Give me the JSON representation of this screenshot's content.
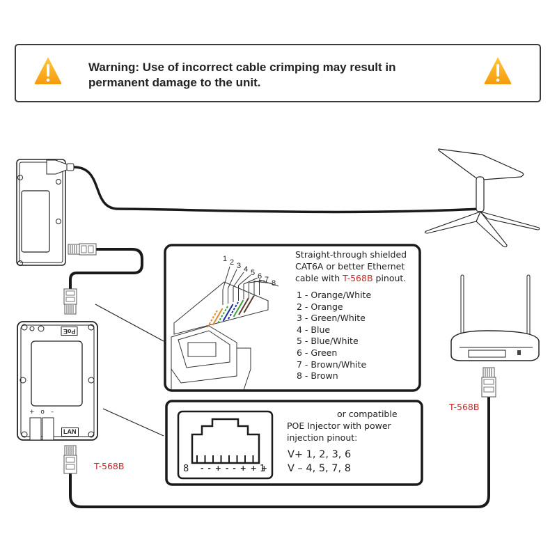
{
  "warning": {
    "icon": "warning-triangle-icon",
    "line1": "Warning: Use of incorrect cable crimping may result in",
    "line2": "permanent damage to the unit."
  },
  "cable_panel": {
    "desc_line1": "Straight-through shielded",
    "desc_line2": "CAT6A or better Ethernet",
    "desc_line3_prefix": "cable with ",
    "desc_line3_standard": "T-568B",
    "desc_line3_suffix": " pinout.",
    "pin_numbers": [
      "1",
      "2",
      "3",
      "4",
      "5",
      "6",
      "7",
      "8"
    ],
    "pins": [
      "1 - Orange/White",
      "2 - Orange",
      "3 - Green/White",
      "4 - Blue",
      "5 - Blue/White",
      "6 - Green",
      "7 - Brown/White",
      "8 - Brown"
    ],
    "wire_colors": [
      "#e8892a",
      "#e8892a",
      "#3aa33a",
      "#1d2a9a",
      "#1d2a9a",
      "#3aa33a",
      "#5a3a2a",
      "#5a3a2a"
    ]
  },
  "poe_panel": {
    "line1": "or compatible",
    "line2": "POE Injector with power",
    "line3": "injection pinout:",
    "vplus": "V+ 1, 2, 3, 6",
    "vminus": "V – 4, 5, 7, 8",
    "jack_left": "8",
    "jack_right": "1",
    "jack_polarity": "- - + - - + + +"
  },
  "devices": {
    "poe_unit_tag": "PoE",
    "lan_tag": "LAN",
    "terminal_labels": "+ o –"
  },
  "labels": {
    "t568b_left": "T-568B",
    "t568b_right": "T-568B"
  },
  "colors": {
    "warning_orange": "#f7a416",
    "standard_red": "#c8262a",
    "cable": "#1a1a1a"
  }
}
